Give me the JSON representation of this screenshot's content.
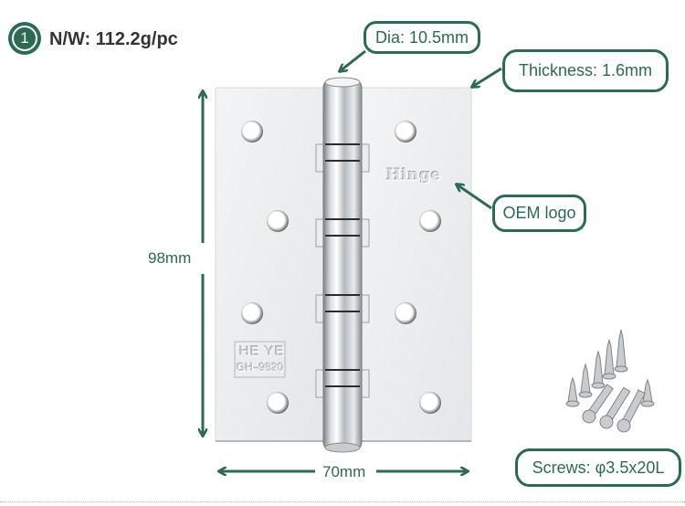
{
  "product": {
    "badge_number": "1",
    "net_weight": "N/W: 112.2g/pc",
    "leaf_stamp_line1": "HE YE",
    "leaf_stamp_line2": "GH–9820",
    "oem_logo_text": "Hinge"
  },
  "callouts": {
    "diameter": "Dia: 10.5mm",
    "thickness": "Thickness: 1.6mm",
    "oem_logo": "OEM logo",
    "screws": "Screws: φ3.5x20L"
  },
  "dimensions": {
    "height": "98mm",
    "width": "70mm"
  },
  "colors": {
    "accent": "#2a6b52",
    "text_dark": "#333333",
    "leaf": "#eceeef"
  }
}
